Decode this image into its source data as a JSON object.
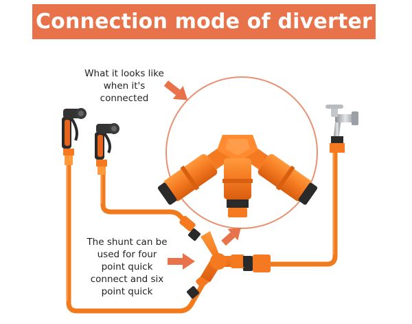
{
  "title": "Connection mode of diverter",
  "labels": {
    "top": "What it looks like\nwhen it's\nconnected",
    "bottom": "The shunt can be\nused for four\npoint quick\nconnect and six\npoint quick"
  },
  "colors": {
    "banner": "#e8734a",
    "hose": "#f07a1c",
    "connector": "#f47920",
    "dark_ring": "#222222",
    "arrow": "#e8734a",
    "circle": "#e89070",
    "faucet": "#b8bcc0"
  },
  "icons": [
    "spray-nozzle-icon",
    "faucet-icon",
    "y-diverter-icon",
    "arrow-icon"
  ]
}
